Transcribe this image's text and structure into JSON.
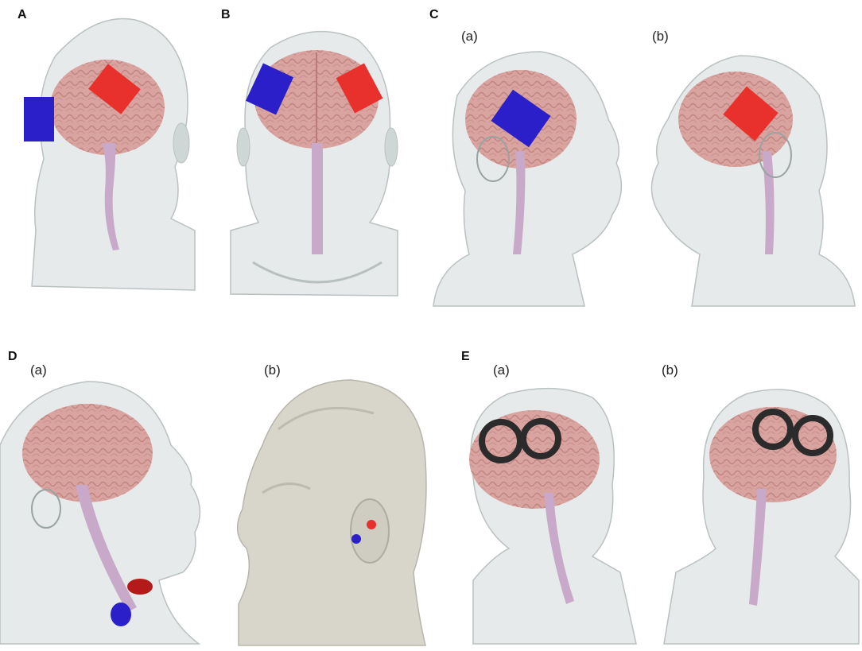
{
  "panels": {
    "A": {
      "letter": "A"
    },
    "B": {
      "letter": "B"
    },
    "C": {
      "letter": "C",
      "sub_a": "(a)",
      "sub_b": "(b)"
    },
    "D": {
      "letter": "D",
      "sub_a": "(a)",
      "sub_b": "(b)"
    },
    "E": {
      "letter": "E",
      "sub_a": "(a)",
      "sub_b": "(b)"
    }
  },
  "colors": {
    "head_fill": "#dde3e3",
    "head_stroke": "#b9c1c1",
    "brain_fill": "#d9a3a0",
    "brain_fold": "#b97b78",
    "spinal_cord": "#c8a9c9",
    "electrode_red": "#e8302c",
    "electrode_blue": "#2a1fc8",
    "coil": "#2b2b2b",
    "skin_solid": "#d8d6cb"
  },
  "icons": {
    "head": "transparent-head-model",
    "brain": "brain-model",
    "electrode": "square-electrode-pad",
    "coil": "figure-eight-coil"
  }
}
